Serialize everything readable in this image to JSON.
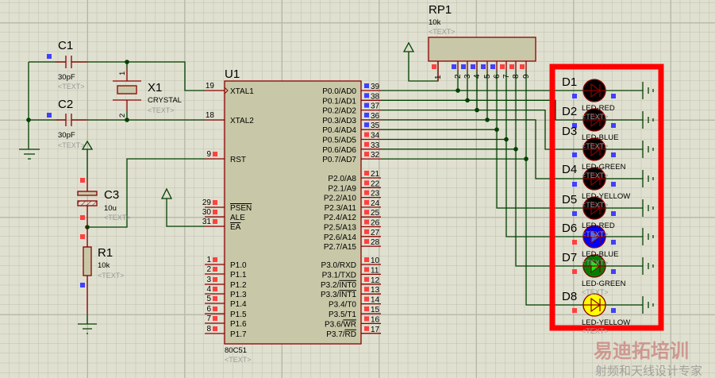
{
  "colors": {
    "background": "#e0e0d0",
    "wire": "#004000",
    "pin": "#8b0000",
    "component_body": "#c8c8a8",
    "highlight_box": "#ff0000",
    "pin_marker_red": "#ff4040",
    "pin_marker_blue": "#4040ff"
  },
  "placeholder": "<TEXT>",
  "u1": {
    "ref": "U1",
    "part": "80C51",
    "left_pins": [
      {
        "num": "19",
        "name": "XTAL1",
        "clock": true
      },
      {
        "num": "18",
        "name": "XTAL2"
      },
      {
        "num": "9",
        "name": "RST"
      },
      {
        "num": "29",
        "name": "PSEN",
        "over": true
      },
      {
        "num": "30",
        "name": "ALE"
      },
      {
        "num": "31",
        "name": "EA",
        "over": true
      },
      {
        "num": "1",
        "name": "P1.0"
      },
      {
        "num": "2",
        "name": "P1.1"
      },
      {
        "num": "3",
        "name": "P1.2"
      },
      {
        "num": "4",
        "name": "P1.3"
      },
      {
        "num": "5",
        "name": "P1.4"
      },
      {
        "num": "6",
        "name": "P1.5"
      },
      {
        "num": "7",
        "name": "P1.6"
      },
      {
        "num": "8",
        "name": "P1.7"
      }
    ],
    "right_pins": [
      {
        "num": "39",
        "name": "P0.0/AD0"
      },
      {
        "num": "38",
        "name": "P0.1/AD1"
      },
      {
        "num": "37",
        "name": "P0.2/AD2"
      },
      {
        "num": "36",
        "name": "P0.3/AD3"
      },
      {
        "num": "35",
        "name": "P0.4/AD4"
      },
      {
        "num": "34",
        "name": "P0.5/AD5"
      },
      {
        "num": "33",
        "name": "P0.6/AD6"
      },
      {
        "num": "32",
        "name": "P0.7/AD7"
      },
      {
        "num": "21",
        "name": "P2.0/A8"
      },
      {
        "num": "22",
        "name": "P2.1/A9"
      },
      {
        "num": "23",
        "name": "P2.2/A10"
      },
      {
        "num": "24",
        "name": "P2.3/A11"
      },
      {
        "num": "25",
        "name": "P2.4/A12"
      },
      {
        "num": "26",
        "name": "P2.5/A13"
      },
      {
        "num": "27",
        "name": "P2.6/A14"
      },
      {
        "num": "28",
        "name": "P2.7/A15"
      },
      {
        "num": "10",
        "name": "P3.0/RXD"
      },
      {
        "num": "11",
        "name": "P3.1/TXD"
      },
      {
        "num": "12",
        "name": "P3.2/",
        "over": "INT0"
      },
      {
        "num": "13",
        "name": "P3.3/",
        "over": "INT1"
      },
      {
        "num": "14",
        "name": "P3.4/T0"
      },
      {
        "num": "15",
        "name": "P3.5/T1"
      },
      {
        "num": "16",
        "name": "P3.6/",
        "over": "WR"
      },
      {
        "num": "17",
        "name": "P3.7/",
        "over": "RD"
      }
    ]
  },
  "c1": {
    "ref": "C1",
    "value": "30pF"
  },
  "c2": {
    "ref": "C2",
    "value": "30pF"
  },
  "c3": {
    "ref": "C3",
    "value": "10u"
  },
  "x1": {
    "ref": "X1",
    "value": "CRYSTAL",
    "pin1": "1",
    "pin2": "2"
  },
  "r1": {
    "ref": "R1",
    "value": "10k"
  },
  "rp1": {
    "ref": "RP1",
    "value": "10k",
    "pins": [
      "1",
      "2",
      "3",
      "4",
      "5",
      "6",
      "7",
      "8",
      "9"
    ]
  },
  "leds": [
    {
      "ref": "D1",
      "type": "LED-RED",
      "state": "off",
      "fill": "#000000",
      "arrow": "#000000"
    },
    {
      "ref": "D2",
      "type": "LED-BLUE",
      "state": "off",
      "fill": "#000000",
      "arrow": "#000000"
    },
    {
      "ref": "D3",
      "type": "LED-GREEN",
      "state": "off",
      "fill": "#000000",
      "arrow": "#000000"
    },
    {
      "ref": "D4",
      "type": "LED-YELLOW",
      "state": "off",
      "fill": "#000000",
      "arrow": "#000000"
    },
    {
      "ref": "D5",
      "type": "LED-RED",
      "state": "off",
      "fill": "#000000",
      "arrow": "#000000"
    },
    {
      "ref": "D6",
      "type": "LED-BLUE",
      "state": "on",
      "fill": "#0000ff",
      "arrow": "#4060ff"
    },
    {
      "ref": "D7",
      "type": "LED-GREEN",
      "state": "on",
      "fill": "#008000",
      "arrow": "#00ff00"
    },
    {
      "ref": "D8",
      "type": "LED-YELLOW",
      "state": "on",
      "fill": "#ffff00",
      "arrow": "#ffff00"
    }
  ],
  "watermark": {
    "line1": "易迪拓培训",
    "line2": "射频和天线设计专家"
  }
}
